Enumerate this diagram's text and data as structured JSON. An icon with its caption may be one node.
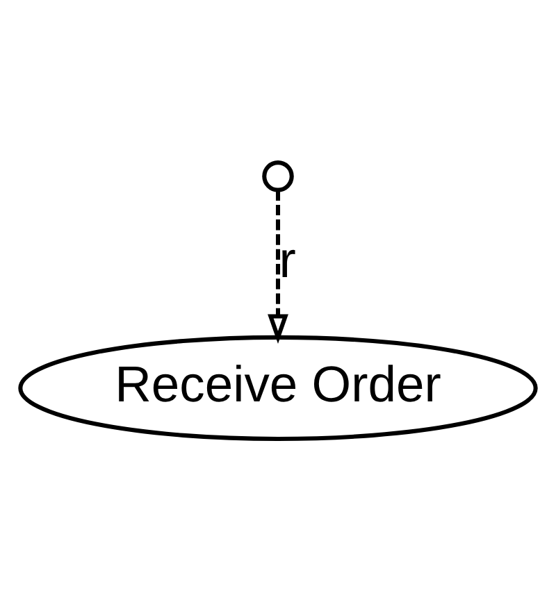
{
  "diagram": {
    "nodes": [
      {
        "text": [
          "Receive Order"
        ]
      },
      {
        "text": [],
        "shape": "circle"
      }
    ],
    "edges": [
      {
        "from": 1,
        "to": 0,
        "arrow": "to",
        "label": "r",
        "style": "dashed"
      }
    ]
  }
}
